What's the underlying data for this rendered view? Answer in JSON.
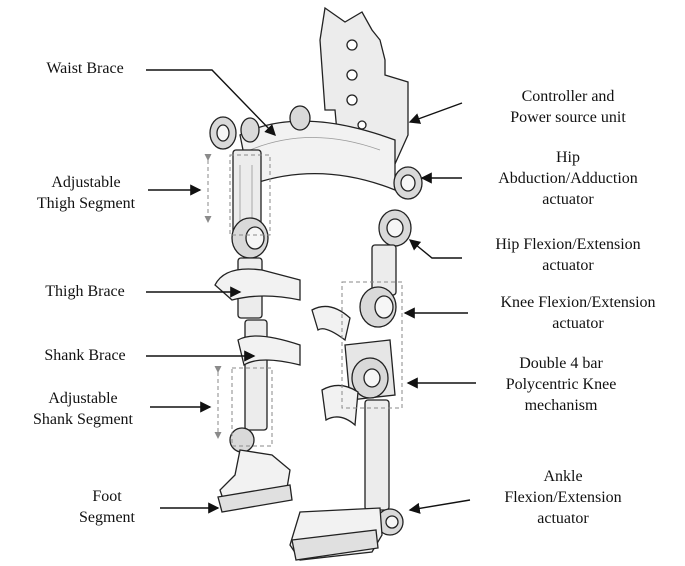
{
  "labels": {
    "left": [
      {
        "id": "waist-brace",
        "lines": [
          "Waist Brace"
        ]
      },
      {
        "id": "adjustable-thigh-segment",
        "lines": [
          "Adjustable",
          "Thigh Segment"
        ]
      },
      {
        "id": "thigh-brace",
        "lines": [
          "Thigh Brace"
        ]
      },
      {
        "id": "shank-brace",
        "lines": [
          "Shank Brace"
        ]
      },
      {
        "id": "adjustable-shank-segment",
        "lines": [
          "Adjustable",
          "Shank Segment"
        ]
      },
      {
        "id": "foot-segment",
        "lines": [
          "Foot",
          "Segment"
        ]
      }
    ],
    "right": [
      {
        "id": "controller-power",
        "lines": [
          "Controller and",
          "Power source unit"
        ]
      },
      {
        "id": "hip-abduction",
        "lines": [
          "Hip",
          "Abduction/Adduction",
          "actuator"
        ]
      },
      {
        "id": "hip-flexion",
        "lines": [
          "Hip Flexion/Extension",
          "actuator"
        ]
      },
      {
        "id": "knee-flexion",
        "lines": [
          "Knee Flexion/Extension",
          "actuator"
        ]
      },
      {
        "id": "polycentric-knee",
        "lines": [
          "Double 4 bar",
          "Polycentric Knee",
          "mechanism"
        ]
      },
      {
        "id": "ankle-flexion",
        "lines": [
          "Ankle",
          "Flexion/Extension",
          "actuator"
        ]
      }
    ]
  },
  "colors": {
    "ink": "#111111",
    "frame": "#e8e8e8",
    "frame_shade": "#bdbdbd",
    "actuator": "#d9d9d9",
    "dash": "#8a8a8a"
  }
}
